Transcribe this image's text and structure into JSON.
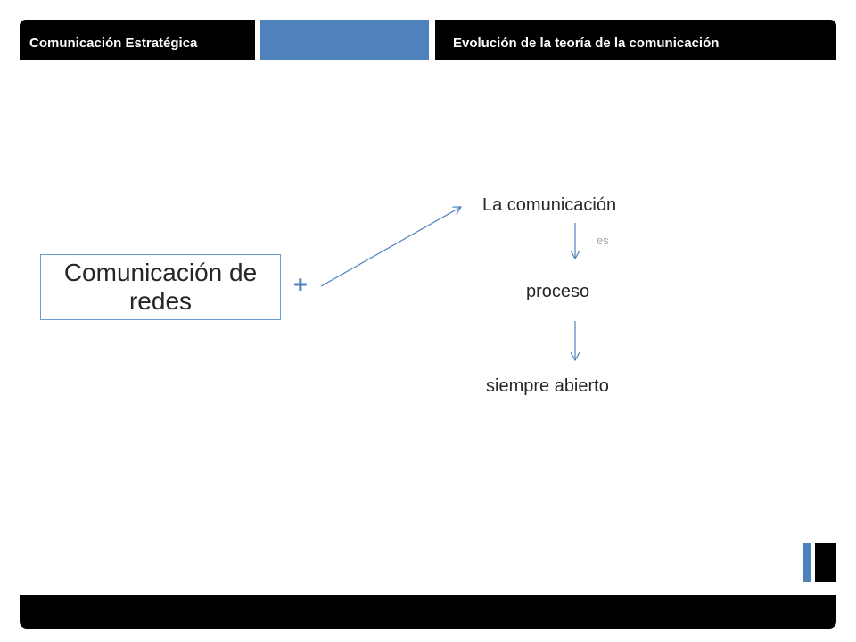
{
  "header": {
    "left_title": "Comunicación Estratégica",
    "right_title": "Evolución de la teoría de la comunicación"
  },
  "diagram": {
    "box_text": "Comunicación de redes",
    "plus_symbol": "+",
    "node_1": "La comunicación",
    "connector_label": "es",
    "node_2": "proceso",
    "node_3": "siempre abierto"
  },
  "colors": {
    "accent": "#4f81bd",
    "dark": "#000000",
    "text": "#262626",
    "muted": "#a6a6a6"
  }
}
